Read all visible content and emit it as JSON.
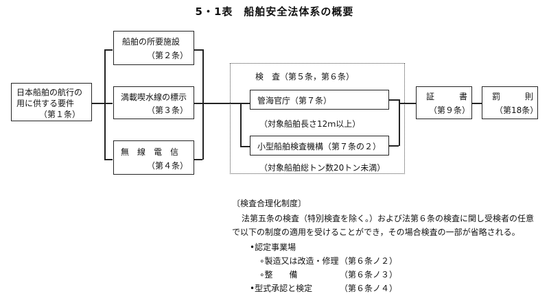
{
  "title": "5・1表　船舶安全法体系の概要",
  "nodes": {
    "root": [
      "日本船舶の航行の",
      "用に供する要件",
      "（第１条）"
    ],
    "req1": [
      "船舶の所要施設",
      "（第２条）"
    ],
    "req2": [
      "満載喫水線の標示",
      "（第３条）"
    ],
    "req3": [
      "無　線　電　信",
      "（第４条）"
    ],
    "inspection_title": "検　査（第５条，第６条）",
    "insp1": "管海官庁（第７条）",
    "insp1_note": "（対象船舶長さ12ｍ以上）",
    "insp2": "小型船舶検査機構（第７条の２）",
    "insp2_note": "（対象船舶総トン数20トン未満）",
    "cert": [
      "証　　　書",
      "（第９条）"
    ],
    "penalty": [
      "罰　　　則",
      "（第18条）"
    ]
  },
  "notes": {
    "heading": "〔検査合理化制度〕",
    "line1": "法第五条の検査（特別検査を除く。）および法第６条の検査に関し受検者の任意",
    "line2": "で以下の制度の適用を受けることができ，その場合検査の一部が省略される。",
    "item1": "•認定事業場",
    "sub1": "∘製造又は改造・修理",
    "sub1_ref": "（第６条ノ２）",
    "sub2": "∘整　　備",
    "sub2_ref": "（第６条ノ３）",
    "item2": "•型式承認と検定",
    "item2_ref": "（第６条ノ４）"
  }
}
